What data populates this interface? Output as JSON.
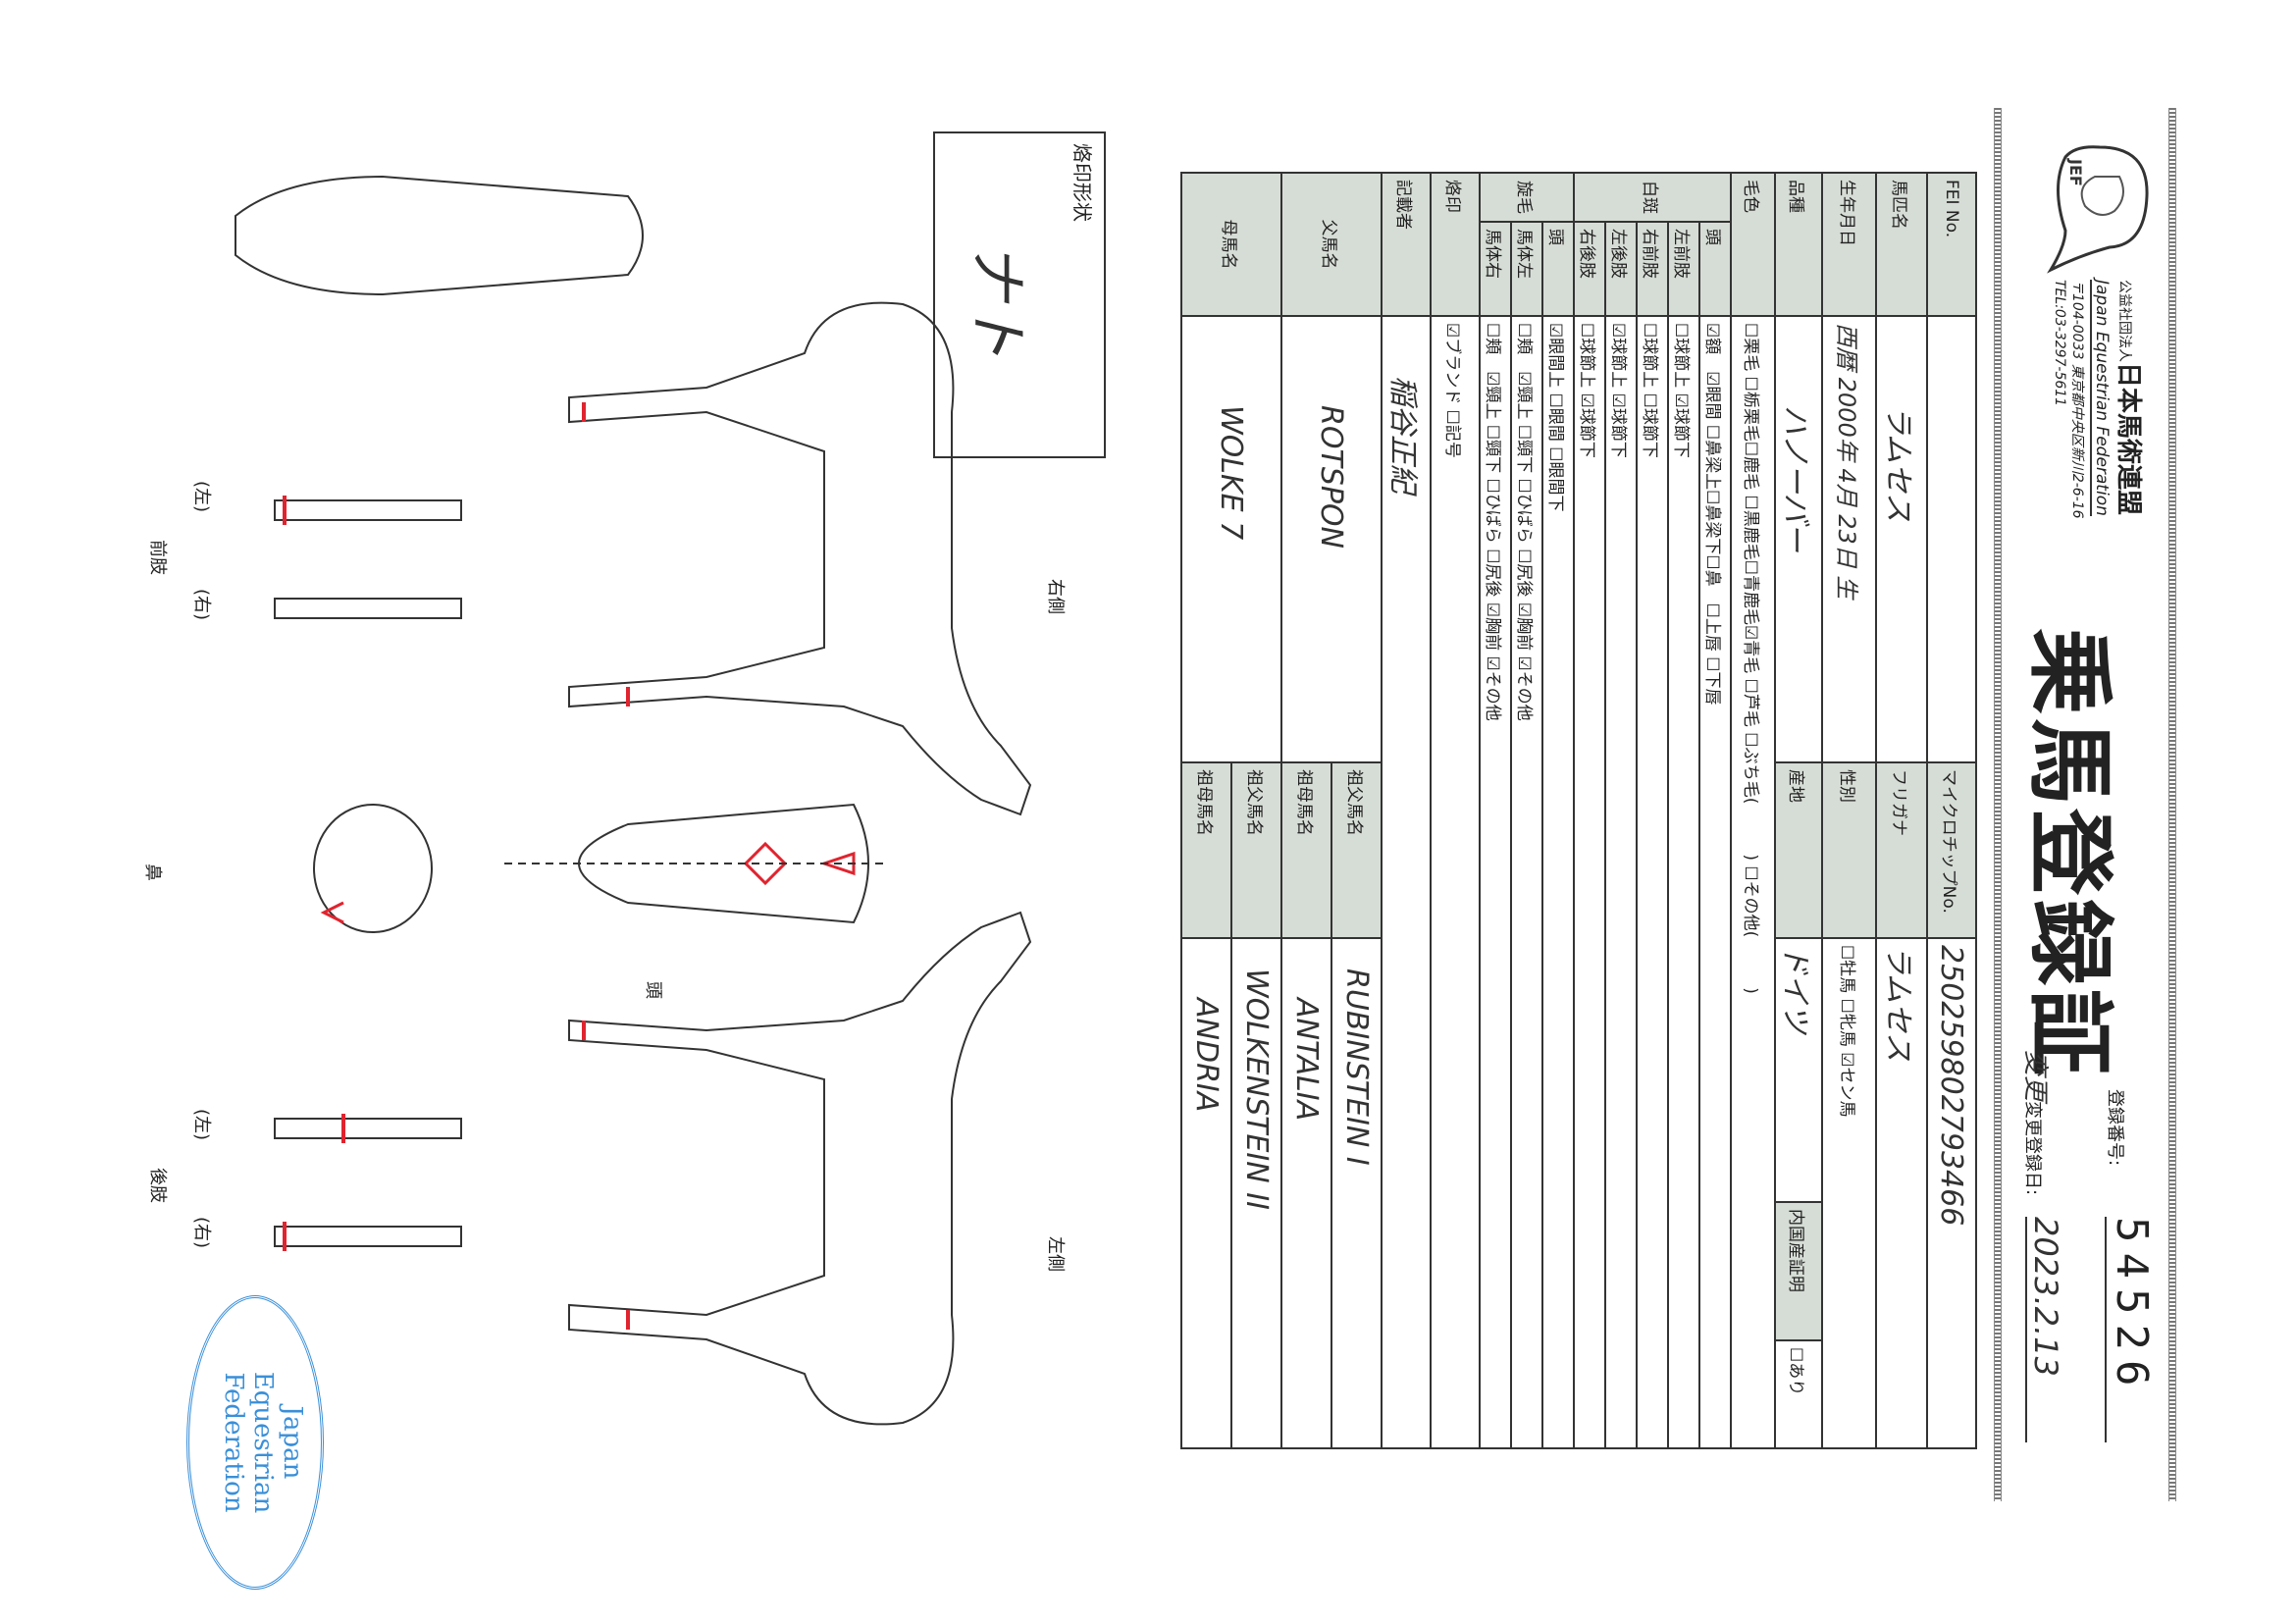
{
  "header": {
    "org_prefix": "公益社団法人",
    "org_name": "日本馬術連盟",
    "org_name_en": "Japan Equestrian Federation",
    "address": "〒104-0033 東京都中央区新川2-6-16",
    "tel": "TEL:03-3297-5611",
    "logo_text": "JEF",
    "title": "乗馬登録証",
    "reg_no_label": "登録番号:",
    "reg_no": "54526",
    "change_date_label": "変更登録日:",
    "change_mark": "変更",
    "change_date": "2023.2.13"
  },
  "table": {
    "fei_label": "FEI No.",
    "fei_value": "",
    "chip_label": "マイクロチップNo.",
    "chip_value": "250259802793466",
    "name_label": "馬匹名",
    "name_value": "ラムセス",
    "kana_label": "フリガナ",
    "kana_value": "ラムセス",
    "birth_label": "生年月日",
    "birth_value": "西暦 2000年 4月 23日 生",
    "sex_label": "性別",
    "sex_value": "☐牡馬 ☐牝馬 ☑セン馬",
    "breed_label": "品種",
    "breed_value": "ハノーバー",
    "origin_label": "産地",
    "origin_value": "ドイツ",
    "domestic_label": "内国産証明",
    "domestic_value": "☐あり",
    "color_label": "毛色",
    "color_value": "☐栗毛 ☐栃栗毛☐鹿毛 ☐黒鹿毛☐青鹿毛☑青毛 ☐芦毛 ☐ぶち毛(　　　) ☐その他(　　　)",
    "white_label": "白斑",
    "white_rows": [
      {
        "label": "頭",
        "value": "☑額　☑眼間 ☐鼻梁上☐鼻梁下☐鼻　☐上唇 ☐下唇"
      },
      {
        "label": "左前肢",
        "value": "☐球節上 ☑球節下"
      },
      {
        "label": "右前肢",
        "value": "☐球節上 ☐球節下"
      },
      {
        "label": "左後肢",
        "value": "☑球節上 ☑球節下"
      },
      {
        "label": "右後肢",
        "value": "☐球節上 ☑球節下"
      }
    ],
    "whorl_label": "旋毛",
    "whorl_rows": [
      {
        "label": "頭",
        "value": "☑眼間上 ☐眼間 ☐眼間下"
      },
      {
        "label": "馬体左",
        "value": "☐頬　☑頸上 ☐頸下 ☐ひばら ☐尻後 ☑胸前 ☑その他"
      },
      {
        "label": "馬体右",
        "value": "☐頬　☑頸上 ☐頸下 ☐ひばら ☐尻後 ☑胸前 ☑その他"
      }
    ],
    "brand_label": "烙印",
    "brand_value": "☑ブランド ☐記号",
    "recorder_label": "記載者",
    "recorder_value": "稲谷正紀",
    "sire_label": "父馬名",
    "sire_value": "ROTSPON",
    "dam_label": "母馬名",
    "dam_value": "WOLKE 7",
    "gs_label": "祖父馬名",
    "gd_label": "祖母馬名",
    "sire_gs": "RUBINSTEIN I",
    "sire_gd": "ANTALIA",
    "dam_gs": "WOLKENSTEIN II",
    "dam_gd": "ANDRIA"
  },
  "diagram": {
    "brand_shape_label": "烙印形状",
    "brand_shape_value": "ナト",
    "right_side": "右側",
    "left_side": "左側",
    "head": "頭",
    "nose": "鼻",
    "forelegs": "前肢",
    "hindlegs": "後肢",
    "left": "(左)",
    "right": "(右)",
    "marking_color": "#e0242f",
    "stamp_text": [
      "Japan",
      "Equestrian",
      "Federation"
    ],
    "stamp_color": "#3a8fd8"
  }
}
